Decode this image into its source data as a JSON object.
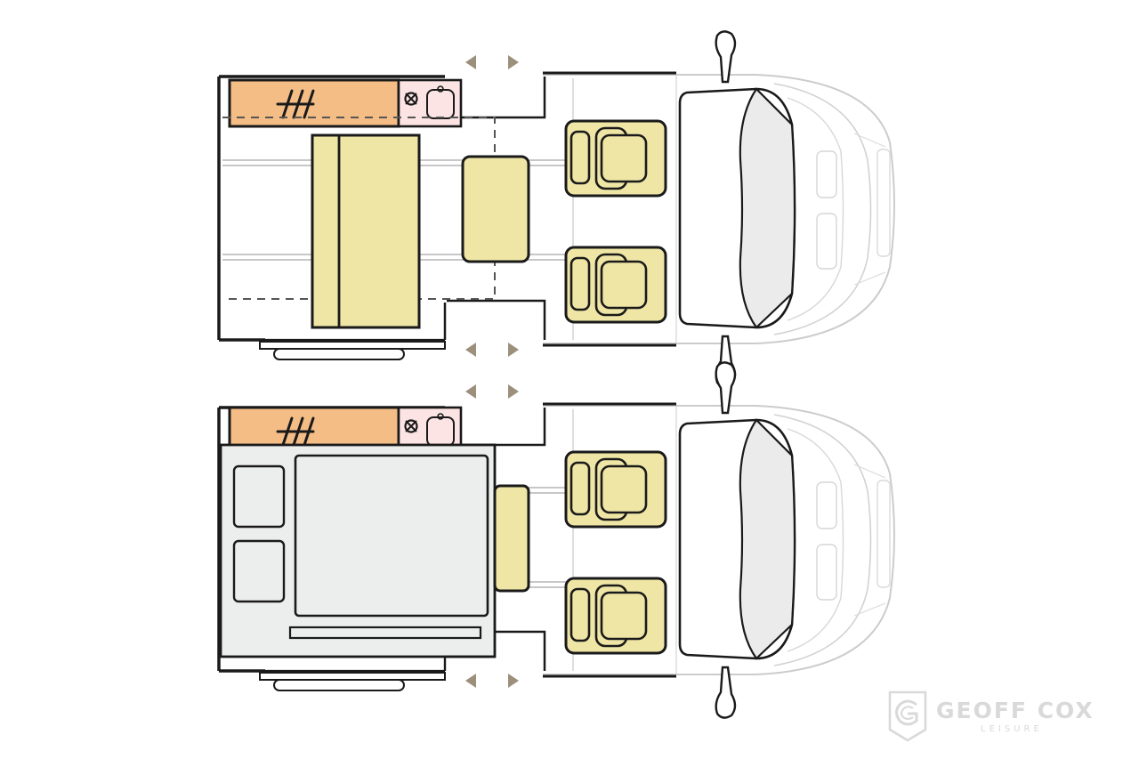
{
  "diagram": {
    "type": "campervan-floorplan",
    "layouts": [
      {
        "id": "day-layout",
        "description_visible": false
      },
      {
        "id": "night-layout",
        "description_visible": false
      }
    ]
  },
  "brand": {
    "name": "GEOFF COX",
    "tagline": "LEISURE",
    "logo_icon": "g-shield-logo-icon"
  },
  "colors": {
    "outline": "#1a1a1a",
    "cream": "#efe6a6",
    "orange": "#f5bd86",
    "sink_pink": "#fde4e4",
    "bed_grey": "#eceeed",
    "cab_outline": "#cccccc",
    "arrow": "#9c8f7c",
    "logo": "#d9d9d9"
  }
}
